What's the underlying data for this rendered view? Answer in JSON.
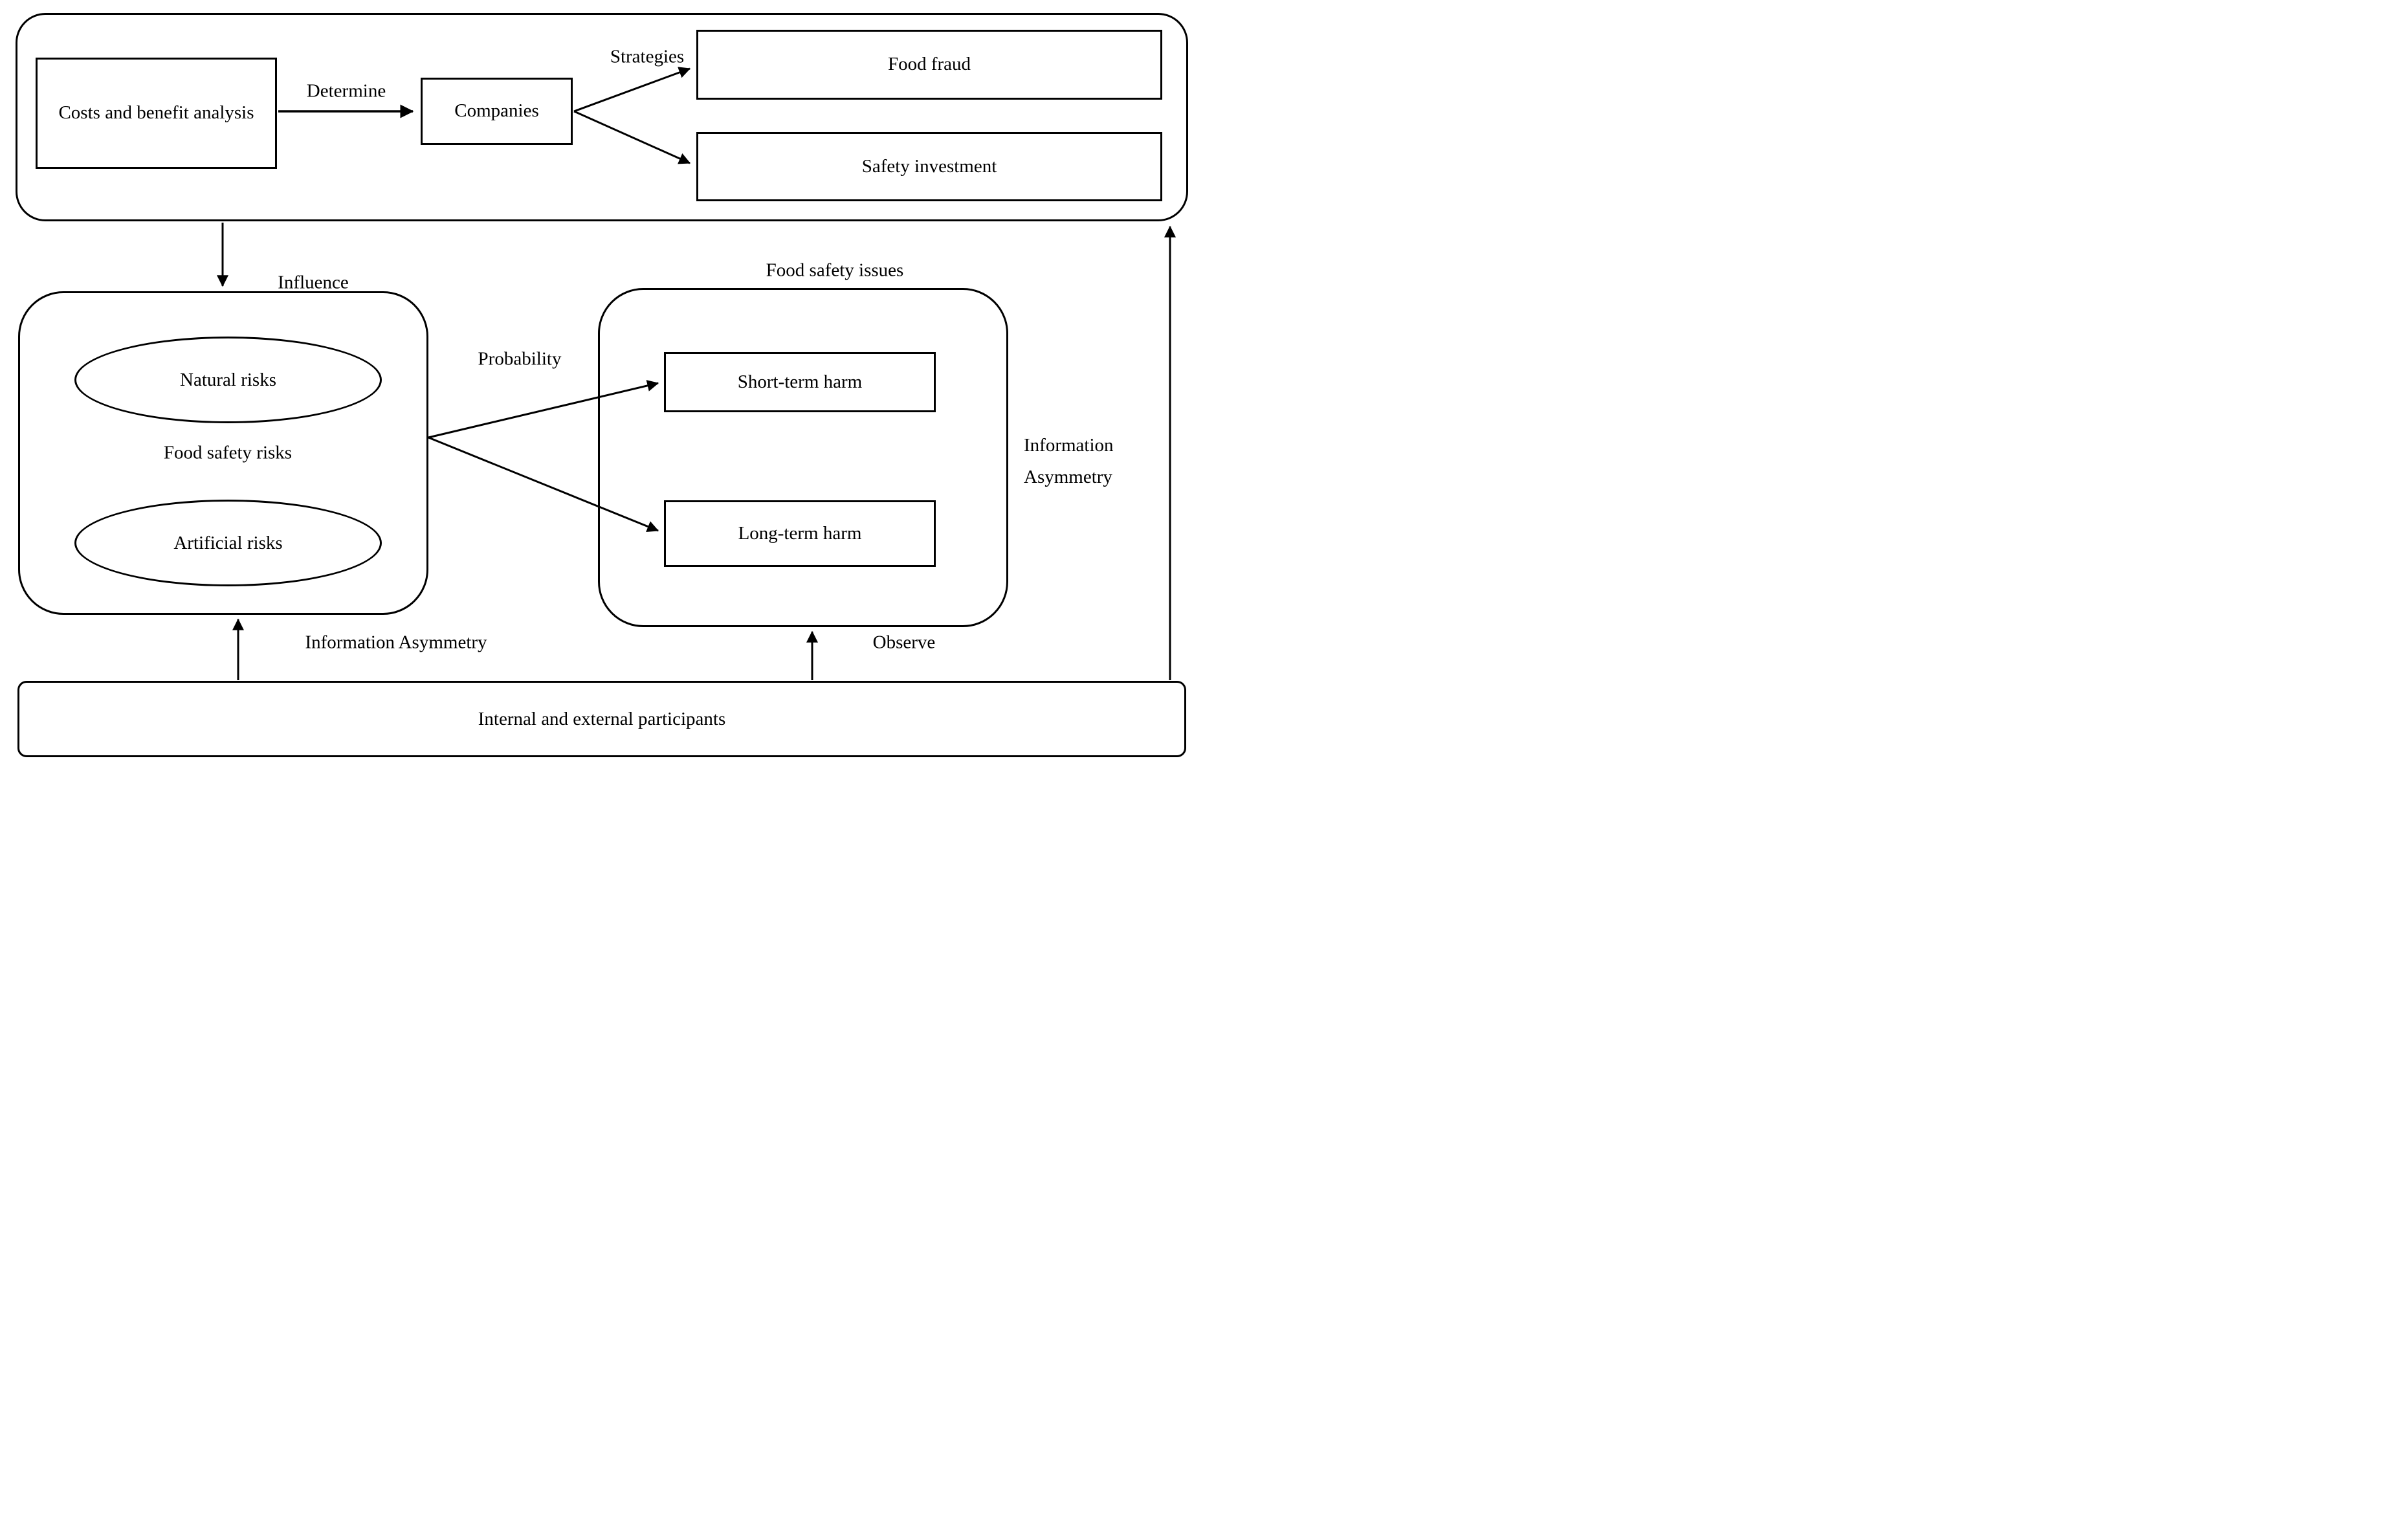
{
  "diagram": {
    "top_section": {
      "costs_box": "Costs and benefit analysis",
      "determine_label": "Determine",
      "companies_box": "Companies",
      "strategies_label": "Strategies",
      "food_fraud_box": "Food fraud",
      "safety_investment_box": "Safety investment"
    },
    "links": {
      "influence_label": "Influence",
      "probability_label": "Probability",
      "food_safety_issues_label": "Food safety issues",
      "information_asymmetry_side_label": "Information\nAsymmetry",
      "information_asymmetry_bottom_label": "Information Asymmetry",
      "observe_label": "Observe"
    },
    "risks_section": {
      "natural_risks_ellipse": "Natural risks",
      "food_safety_risks_label": "Food safety risks",
      "artificial_risks_ellipse": "Artificial risks"
    },
    "issues_section": {
      "short_term_box": "Short-term harm",
      "long_term_box": "Long-term harm"
    },
    "bottom_section": {
      "participants_bar": "Internal and external participants"
    },
    "colors": {
      "line": "#000000",
      "background": "#ffffff"
    }
  }
}
